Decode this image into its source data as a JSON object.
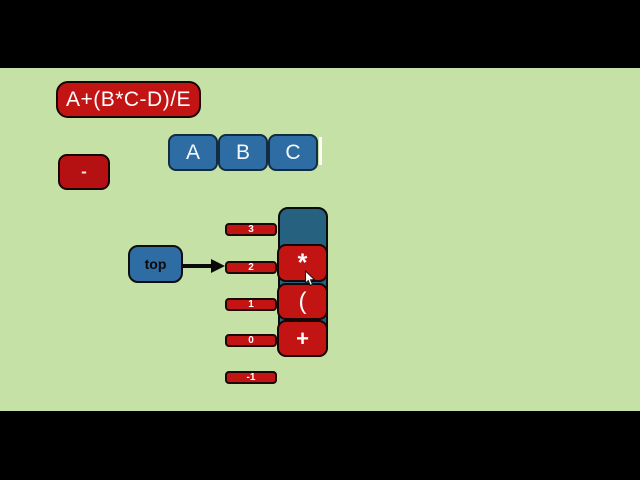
{
  "colors": {
    "bg": "#c5e1a5",
    "letterbox": "#000000",
    "red": "#c31414",
    "red-dark": "#b51012",
    "blue": "#2e6da4",
    "teal": "#26617f"
  },
  "expression": {
    "label": "A+(B*C-D)/E"
  },
  "current_token": {
    "label": "-"
  },
  "output": {
    "tokens": [
      {
        "label": "A"
      },
      {
        "label": "B"
      },
      {
        "label": "C"
      }
    ]
  },
  "stack": {
    "pointer": {
      "label": "top",
      "points_to_index": "2"
    },
    "indices": [
      {
        "label": "3"
      },
      {
        "label": "2"
      },
      {
        "label": "1"
      },
      {
        "label": "0"
      },
      {
        "label": "-1"
      }
    ],
    "cells": [
      {
        "index": "2",
        "label": "*"
      },
      {
        "index": "1",
        "label": "("
      },
      {
        "index": "0",
        "label": "+"
      }
    ]
  }
}
